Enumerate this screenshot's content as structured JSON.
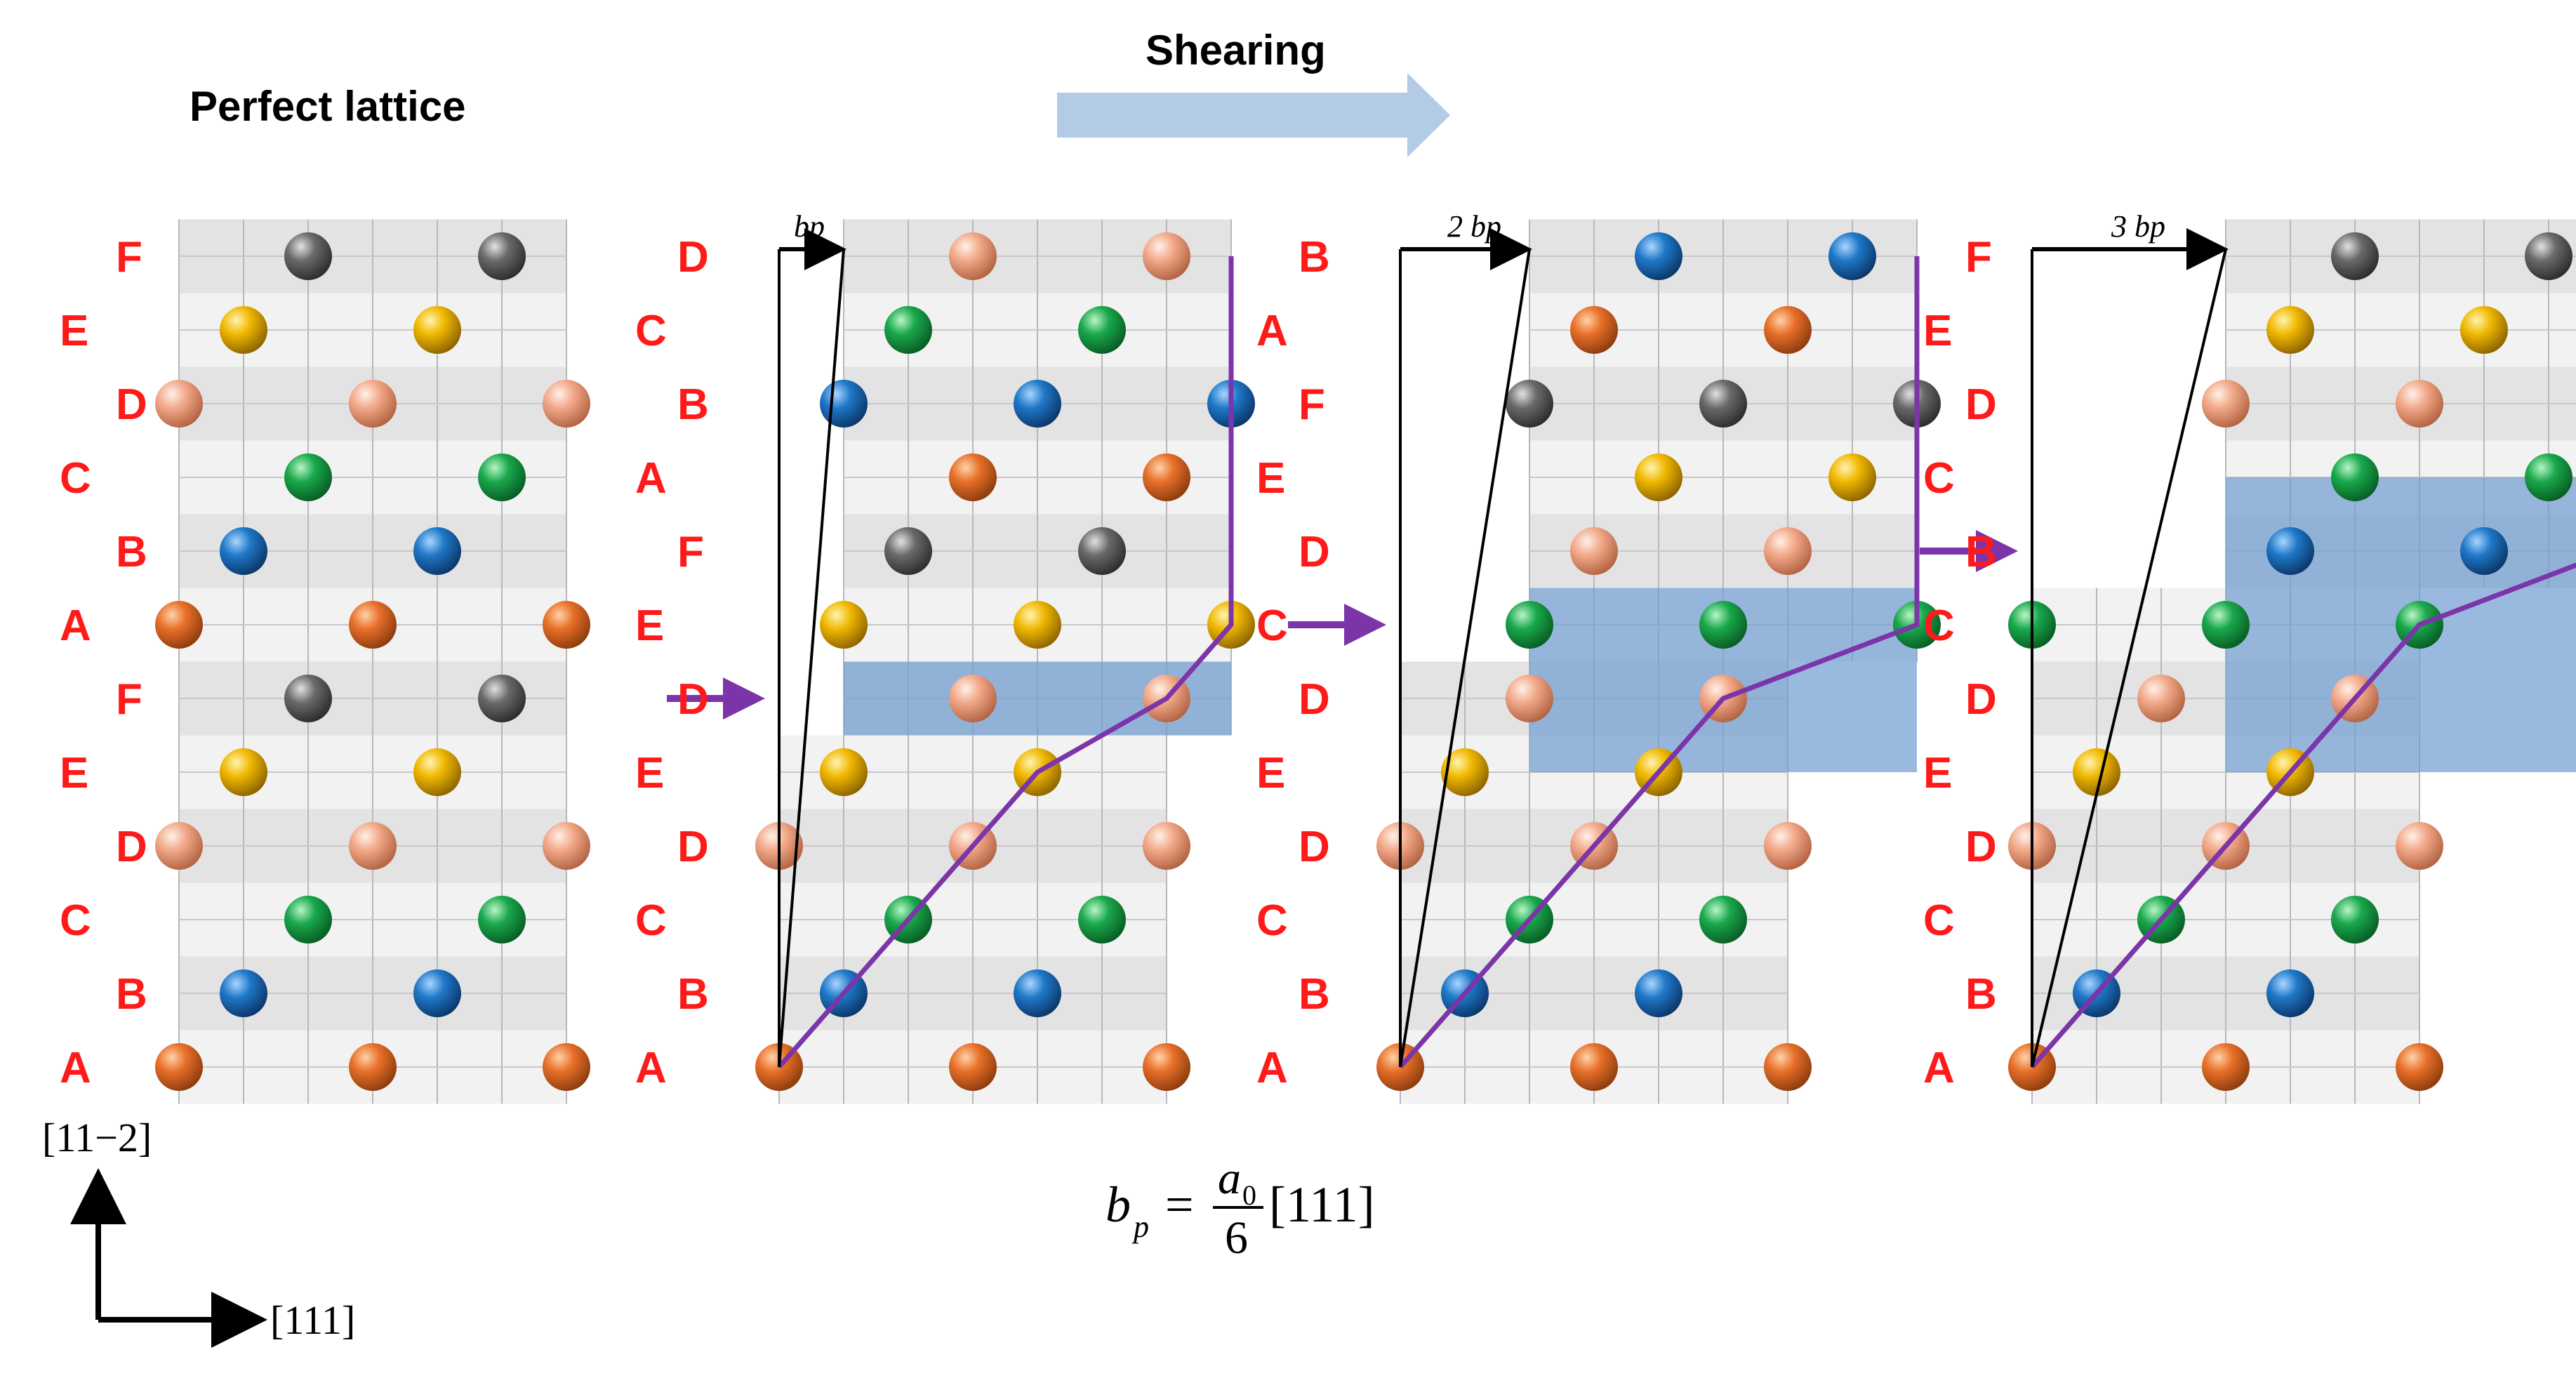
{
  "titles": {
    "perfect": "Perfect lattice",
    "shearing": "Shearing"
  },
  "atom_colors": {
    "A": "#e8702a",
    "B": "#1f78c8",
    "C": "#1aa84c",
    "D": "#f2a98a",
    "E": "#f0b800",
    "F": "#6a6a6a"
  },
  "accent_colors": {
    "layer_label": "#ff1a1a",
    "trace_line": "#7b35a8",
    "fault_region": "#6f9bd1",
    "shear_arrow": "#b3cbe6",
    "marker_arrow": "#7b35a8"
  },
  "panels": [
    {
      "name": "perfect-lattice",
      "layers_bottom_to_top": [
        "A",
        "B",
        "C",
        "D",
        "E",
        "F",
        "A",
        "B",
        "C",
        "D",
        "E",
        "F"
      ],
      "labels_bottom_to_top": [
        "A",
        "B",
        "C",
        "D",
        "E",
        "F",
        "A",
        "B",
        "C",
        "D",
        "E",
        "F"
      ],
      "shift_label": ""
    },
    {
      "name": "shear-1bp",
      "layers_bottom_to_top": [
        "A",
        "B",
        "C",
        "D",
        "E",
        "D",
        "E",
        "F",
        "A",
        "B",
        "C",
        "D"
      ],
      "labels_bottom_to_top": [
        "A",
        "B",
        "C",
        "D",
        "E",
        "D",
        "E",
        "F",
        "A",
        "B",
        "C",
        "D"
      ],
      "shift_label": "bp",
      "marked_layer_index": 5
    },
    {
      "name": "shear-2bp",
      "layers_bottom_to_top": [
        "A",
        "B",
        "C",
        "D",
        "E",
        "D",
        "C",
        "D",
        "E",
        "F",
        "A",
        "B"
      ],
      "labels_bottom_to_top": [
        "A",
        "B",
        "C",
        "D",
        "E",
        "D",
        "C",
        "D",
        "E",
        "F",
        "A",
        "B"
      ],
      "shift_label": "2 bp",
      "marked_layer_index": 6
    },
    {
      "name": "shear-3bp",
      "layers_bottom_to_top": [
        "A",
        "B",
        "C",
        "D",
        "E",
        "D",
        "C",
        "B",
        "C",
        "D",
        "E",
        "F"
      ],
      "labels_bottom_to_top": [
        "A",
        "B",
        "C",
        "D",
        "E",
        "D",
        "C",
        "B",
        "C",
        "D",
        "E",
        "F"
      ],
      "shift_label": "3 bp",
      "marked_layer_index": 7
    }
  ],
  "axes": {
    "vertical": "[11−2]",
    "horizontal": "[111]"
  },
  "formula": {
    "lhs": "b",
    "lhs_sub": "p",
    "equals": "=",
    "numerator": "a",
    "numerator_sub": "0",
    "denominator": "6",
    "direction": "[111]"
  }
}
